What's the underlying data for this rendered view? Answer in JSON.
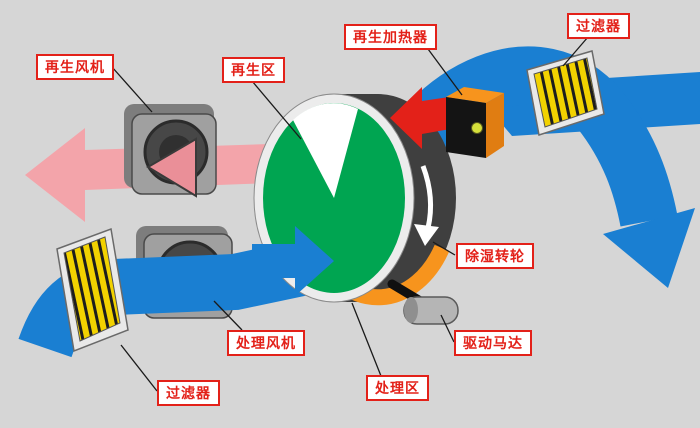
{
  "diagram": {
    "labels": [
      {
        "id": "regen-fan",
        "text": "再生风机"
      },
      {
        "id": "regen-zone",
        "text": "再生区"
      },
      {
        "id": "regen-heater",
        "text": "再生加热器"
      },
      {
        "id": "filter-top",
        "text": "过滤器"
      },
      {
        "id": "dehumid-wheel",
        "text": "除湿转轮"
      },
      {
        "id": "drive-motor",
        "text": "驱动马达"
      },
      {
        "id": "process-zone",
        "text": "处理区"
      },
      {
        "id": "process-fan",
        "text": "处理风机"
      },
      {
        "id": "filter-bottom",
        "text": "过滤器"
      }
    ],
    "colors": {
      "background": "#d6d6d6",
      "process_air": "#1a7fd2",
      "regen_exhaust": "#f3a4aa",
      "regen_exhaust_dark": "#ea8f98",
      "hot_air": "#e32119",
      "wheel_face": "#00a551",
      "wheel_rim": "#3f3f3f",
      "wheel_ring": "#ececec",
      "heater_top": "#f7941d",
      "heater_front": "#141414",
      "heater_side": "#e07d12",
      "indicator_dot": "#d5e03b",
      "filter_media": "#f2d200",
      "filter_frame": "#e9e9e9",
      "fan_housing": "#a0a0a0",
      "fan_housing_dark": "#7d7d7d",
      "fan_inlet": "#474747",
      "motor_body": "#b5b5b5",
      "label_accent": "#e32119",
      "leader_line": "#1a1a1a"
    }
  }
}
